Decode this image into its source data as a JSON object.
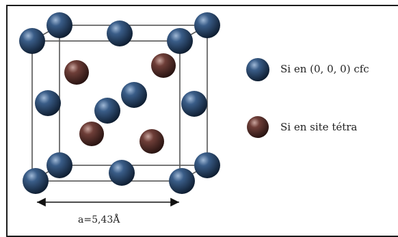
{
  "legend": [
    {
      "label": "Si en (0, 0, 0) cfc",
      "atom": "cfc"
    },
    {
      "label": "Si en site tétra",
      "atom": "tetra"
    }
  ],
  "dimension_label": "a=5,43Å",
  "colors": {
    "cfc_atom": "#1f3756",
    "tetra_atom": "#4a2a27",
    "cube_edge": "#555555"
  }
}
